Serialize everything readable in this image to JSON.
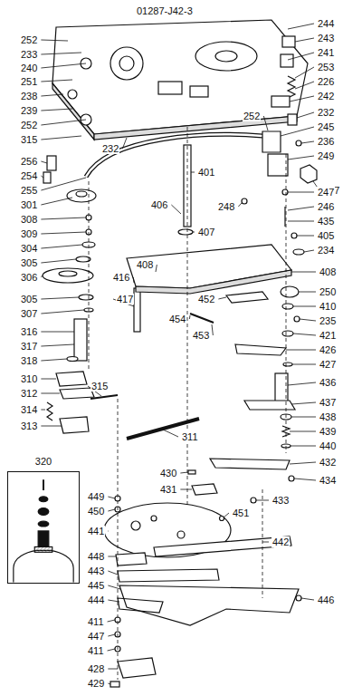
{
  "diagram": {
    "nodes": [
      {
        "text": [
          "320"
        ]
      }
    ],
    "labels": [
      "01287-J42-3",
      "252",
      "233",
      "240",
      "251",
      "238",
      "239",
      "252",
      "315",
      "232",
      "256",
      "254",
      "255",
      "301",
      "308",
      "309",
      "304",
      "305",
      "306",
      "305",
      "307",
      "316",
      "317",
      "318",
      "310",
      "312",
      "314",
      "313",
      "315",
      "311",
      "244",
      "243",
      "241",
      "253",
      "226",
      "242",
      "252",
      "232",
      "245",
      "236",
      "249",
      "237",
      "247",
      "248",
      "246",
      "435",
      "405",
      "234",
      "401",
      "406",
      "407",
      "408",
      "416",
      "417",
      "408",
      "452",
      "250",
      "410",
      "235",
      "421",
      "426",
      "454",
      "453",
      "427",
      "436",
      "437",
      "438",
      "439",
      "440",
      "430",
      "431",
      "432",
      "449",
      "450",
      "441",
      "434",
      "433",
      "451",
      "442",
      "448",
      "443",
      "445",
      "444",
      "446",
      "411",
      "447",
      "411",
      "428",
      "429"
    ]
  }
}
